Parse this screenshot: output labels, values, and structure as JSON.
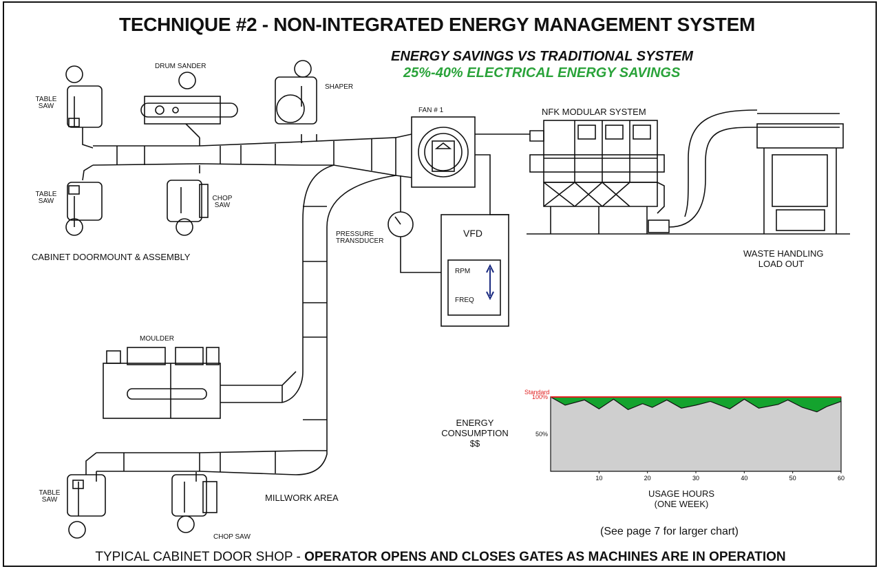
{
  "title": "TECHNIQUE #2 - NON-INTEGRATED ENERGY MANAGEMENT SYSTEM",
  "subtitle_1": "ENERGY SAVINGS VS TRADITIONAL SYSTEM",
  "subtitle_2": "25%-40% ELECTRICAL ENERGY SAVINGS",
  "colors": {
    "accent_green": "#2aa33a",
    "chart_fill_green": "#14a32e",
    "standard_red": "#e02020",
    "chart_gray": "#cfcfcf"
  },
  "labels": {
    "table_saw_1": [
      "TABLE",
      "SAW"
    ],
    "table_saw_2": [
      "TABLE",
      "SAW"
    ],
    "table_saw_3": [
      "TABLE",
      "SAW"
    ],
    "drum_sander": "DRUM SANDER",
    "shaper": "SHAPER",
    "chop_saw_1": [
      "CHOP",
      "SAW"
    ],
    "chop_saw_2": "CHOP SAW",
    "cabinet_area": "CABINET DOORMOUNT & ASSEMBLY",
    "fan": "FAN # 1",
    "nfk": "NFK MODULAR SYSTEM",
    "pressure_transducer": [
      "PRESSURE",
      "TRANSDUCER"
    ],
    "vfd": "VFD",
    "rpm": "RPM",
    "freq": "FREQ",
    "waste_handling": [
      "WASTE HANDLING",
      "LOAD OUT"
    ],
    "moulder": "MOULDER",
    "millwork_area": "MILLWORK AREA",
    "energy_consumption": [
      "ENERGY",
      "CONSUMPTION",
      "$$"
    ],
    "usage_hours": [
      "USAGE HOURS",
      "(ONE WEEK)"
    ],
    "see_page": "(See page 7 for larger chart)"
  },
  "footer": {
    "normal": "TYPICAL CABINET DOOR SHOP - ",
    "bold": "OPERATOR OPENS AND CLOSES GATES AS MACHINES ARE IN OPERATION"
  },
  "chart_data": {
    "type": "area",
    "xlim": [
      0,
      60
    ],
    "ylim": [
      0,
      100
    ],
    "x_ticks": [
      10,
      20,
      30,
      40,
      50,
      60
    ],
    "y_tick_labels": [
      {
        "value": 100,
        "label": "100%"
      },
      {
        "value": 50,
        "label": "50%"
      }
    ],
    "standard_label": "Standard",
    "standard_value": 100,
    "xlabel": "USAGE HOURS (ONE WEEK)",
    "ylabel": "ENERGY CONSUMPTION $$",
    "series": [
      {
        "x": [
          0,
          3,
          7,
          10,
          13,
          16,
          19,
          21,
          24,
          27,
          30,
          33,
          37,
          40,
          43,
          47,
          49,
          52,
          55,
          57,
          60
        ],
        "y": [
          100,
          89,
          96,
          84,
          97,
          83,
          91,
          86,
          96,
          85,
          89,
          94,
          84,
          97,
          85,
          90,
          96,
          86,
          80,
          87,
          94
        ]
      }
    ]
  }
}
